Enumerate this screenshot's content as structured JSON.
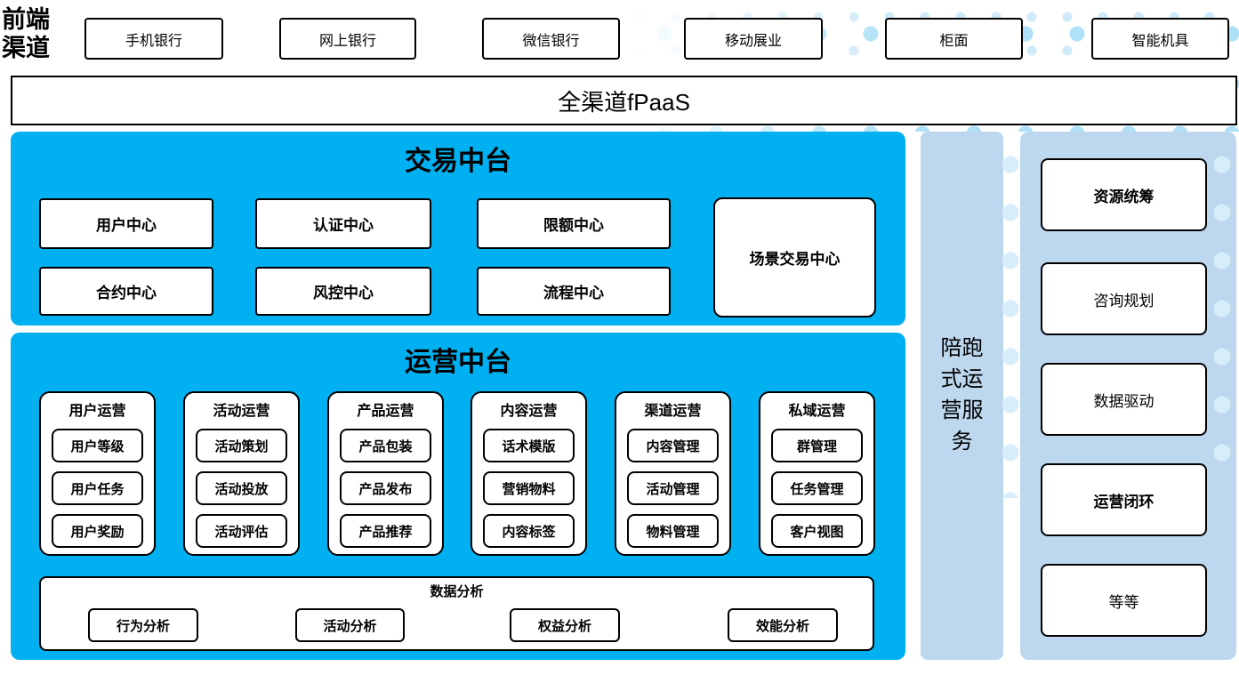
{
  "front_channels": {
    "label": "前端渠道",
    "label_lines": [
      "前端",
      "渠道"
    ],
    "items": [
      "手机银行",
      "网上银行",
      "微信银行",
      "移动展业",
      "柜面",
      "智能机具"
    ]
  },
  "fpaas": {
    "label": "全渠道fPaaS"
  },
  "trading_platform": {
    "title": "交易中台",
    "centers": [
      "用户中心",
      "认证中心",
      "限额中心",
      "合约中心",
      "风控中心",
      "流程中心"
    ],
    "scenario_center": "场景交易中心"
  },
  "operations_platform": {
    "title": "运营中台",
    "groups": [
      {
        "title": "用户运营",
        "items": [
          "用户等级",
          "用户任务",
          "用户奖励"
        ]
      },
      {
        "title": "活动运营",
        "items": [
          "活动策划",
          "活动投放",
          "活动评估"
        ]
      },
      {
        "title": "产品运营",
        "items": [
          "产品包装",
          "产品发布",
          "产品推荐"
        ]
      },
      {
        "title": "内容运营",
        "items": [
          "话术模版",
          "营销物料",
          "内容标签"
        ]
      },
      {
        "title": "渠道运营",
        "items": [
          "内容管理",
          "活动管理",
          "物料管理"
        ]
      },
      {
        "title": "私域运营",
        "items": [
          "群管理",
          "任务管理",
          "客户视图"
        ]
      }
    ],
    "data_analysis": {
      "title": "数据分析",
      "items": [
        "行为分析",
        "活动分析",
        "权益分析",
        "效能分析"
      ]
    }
  },
  "side_service": {
    "label": "陪跑式运营服务",
    "lines": [
      "陪跑",
      "式运",
      "营服",
      "务"
    ]
  },
  "right_panel": {
    "items": [
      {
        "label": "资源统筹",
        "bold": true
      },
      {
        "label": "咨询规划",
        "bold": false
      },
      {
        "label": "数据驱动",
        "bold": false
      },
      {
        "label": "运营闭环",
        "bold": true
      },
      {
        "label": "等等",
        "bold": false
      }
    ]
  },
  "colors": {
    "primary_blue": "#00B0F0",
    "light_blue": "#BDD7EE",
    "dot_blue": "#CFEAF9"
  }
}
